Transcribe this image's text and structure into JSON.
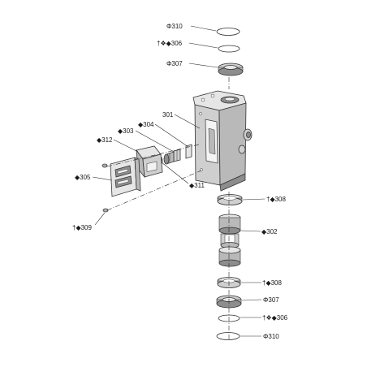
{
  "callouts": {
    "c310_top": "Φ310",
    "c306_top": "†❖◆306",
    "c307_top": "Φ307",
    "c301": "301",
    "c304": "◆304",
    "c303": "◆303",
    "c312": "◆312",
    "c305": "◆305",
    "c311": "◆311",
    "c309": "†◆309",
    "c308_top": "†◆308",
    "c302": "◆302",
    "c308_bot": "†◆308",
    "c307_bot": "Φ307",
    "c306_bot": "†❖◆306",
    "c310_bot": "Φ310"
  }
}
